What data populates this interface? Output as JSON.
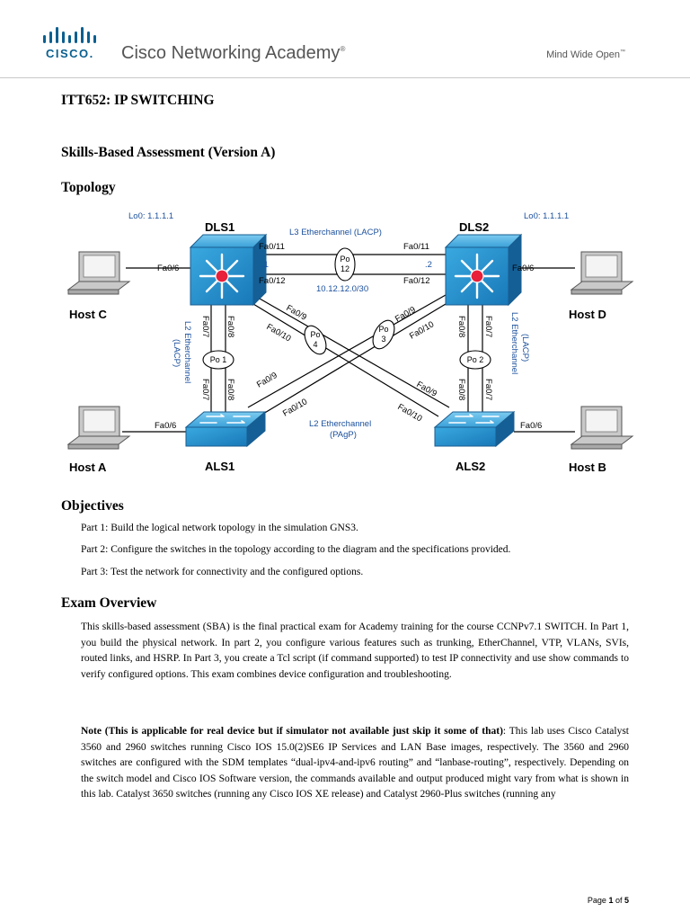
{
  "header": {
    "logo_word": "CISCO",
    "brand": "Cisco Networking Academy",
    "brand_mark": "®",
    "tagline": "Mind Wide Open",
    "tagline_mark": "™",
    "accent_color": "#0a5f8f"
  },
  "doc": {
    "course_title": "ITT652: IP SWITCHING",
    "subtitle": "Skills-Based Assessment (Version A)",
    "topology_heading": "Topology",
    "objectives_heading": "Objectives",
    "objectives": [
      "Part 1: Build the logical network topology in the simulation GNS3.",
      "Part 2: Configure the switches in the topology according to the diagram and the specifications provided.",
      "Part 3: Test the network for connectivity and the configured options."
    ],
    "overview_heading": "Exam Overview",
    "overview_text": "This skills-based assessment (SBA) is the final practical exam for Academy training for the course CCNPv7.1 SWITCH. In Part 1, you build the physical network. In part 2, you configure various features such as trunking, EtherChannel, VTP, VLANs, SVIs, routed links, and HSRP. In Part 3, you create a Tcl script (if command supported) to test IP connectivity and use show commands to verify configured options. This exam combines device configuration and troubleshooting.",
    "note_bold": "Note (This is applicable for real device but if simulator not available just skip it some of that)",
    "note_colon": ":",
    "note_text": " This lab uses Cisco Catalyst 3560 and 2960 switches running Cisco IOS 15.0(2)SE6 IP Services and LAN Base images, respectively. The 3560 and 2960 switches are configured with the SDM templates “dual-ipv4-and-ipv6 routing” and “lanbase-routing”, respectively. Depending on the switch model and Cisco IOS Software version, the commands available and output produced might vary from what is shown in this lab. Catalyst 3650 switches (running any Cisco IOS XE release) and Catalyst 2960-Plus switches (running any"
  },
  "topology": {
    "devices": {
      "dls1": "DLS1",
      "dls2": "DLS2",
      "als1": "ALS1",
      "als2": "ALS2",
      "host_a": "Host A",
      "host_b": "Host B",
      "host_c": "Host C",
      "host_d": "Host D"
    },
    "loopbacks": {
      "dls1": "Lo0: 1.1.1.1",
      "dls2": "Lo0: 1.1.1.1"
    },
    "links": {
      "l3_title": "L3 Etherchannel (LACP)",
      "l3_subnet": "10.12.12.0/30",
      "dot1": ".1",
      "dot2": ".2",
      "l2_title_line1": "L2 Etherchannel",
      "l2_title_line2": "(PAgP)",
      "left_l2_line1": "L2 Etherchannel",
      "left_l2_line2": "(LACP)",
      "right_l2_line1": "L2 Etherchannel",
      "right_l2_line2": "(LACP)"
    },
    "portchannels": {
      "po1": "Po 1",
      "po2": "Po 2",
      "po3_a": "Po",
      "po3_b": "3",
      "po4_a": "Po",
      "po4_b": "4",
      "po12_a": "Po",
      "po12_b": "12"
    },
    "ports": {
      "dls1_fa011": "Fa0/11",
      "dls1_fa012": "Fa0/12",
      "dls1_fa06": "Fa0/6",
      "dls1_fa09": "Fa0/9",
      "dls1_fa010": "Fa0/10",
      "dls1_fa07": "Fa0/7",
      "dls1_fa08": "Fa0/8",
      "dls2_fa011": "Fa0/11",
      "dls2_fa012": "Fa0/12",
      "dls2_fa06": "Fa0/6",
      "dls2_fa09": "Fa0/9",
      "dls2_fa010": "Fa0/10",
      "dls2_fa07": "Fa0/7",
      "dls2_fa08": "Fa0/8",
      "als1_fa06": "Fa0/6",
      "als1_fa07": "Fa0/7",
      "als1_fa08": "Fa0/8",
      "als1_fa09": "Fa0/9",
      "als1_fa010": "Fa0/10",
      "als2_fa06": "Fa0/6",
      "als2_fa07": "Fa0/7",
      "als2_fa08": "Fa0/8",
      "als2_fa09": "Fa0/9",
      "als2_fa010": "Fa0/10"
    }
  },
  "footer": {
    "page_label": "Page ",
    "page_num": "1",
    "of_label": " of ",
    "page_total": "5"
  }
}
